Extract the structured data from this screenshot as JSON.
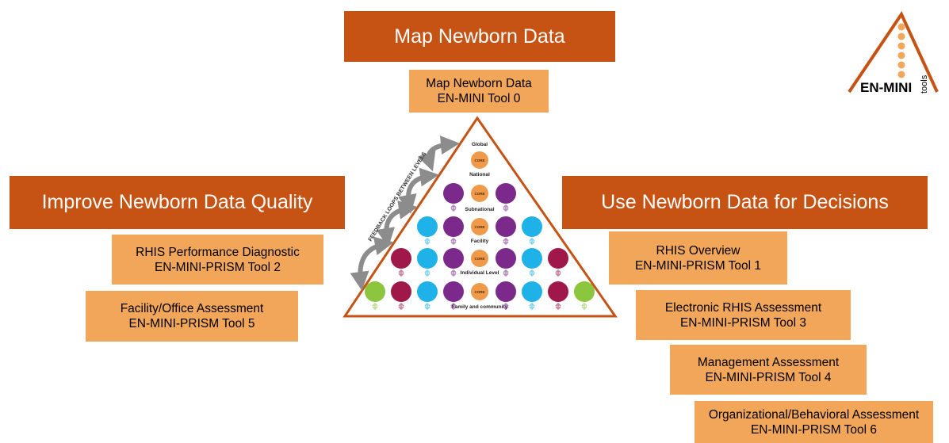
{
  "headers": {
    "map": "Map Newborn Data",
    "improve": "Improve Newborn Data Quality",
    "use": "Use Newborn Data for Decisions"
  },
  "tools": {
    "tool0": {
      "line1": "Map Newborn Data",
      "line2": "EN-MINI Tool 0"
    },
    "tool2": {
      "line1": "RHIS Performance Diagnostic",
      "line2": "EN-MINI-PRISM Tool 2"
    },
    "tool5": {
      "line1": "Facility/Office Assessment",
      "line2": "EN-MINI-PRISM Tool 5"
    },
    "tool1": {
      "line1": "RHIS Overview",
      "line2": "EN-MINI-PRISM Tool 1"
    },
    "tool3": {
      "line1": "Electronic RHIS Assessment",
      "line2": "EN-MINI-PRISM Tool 3"
    },
    "tool4": {
      "line1": "Management Assessment",
      "line2": "EN-MINI-PRISM Tool 4"
    },
    "tool6": {
      "line1": "Organizational/Behavioral Assessment",
      "line2": "EN-MINI-PRISM Tool 6"
    }
  },
  "pyramid": {
    "feedback_label": "FEEDBACK LOOPS BETWEEN LEVELS",
    "core_label": "CORE",
    "levels": {
      "global": "Global",
      "national": "National",
      "subnational": "Subnational",
      "facility": "Facility",
      "individual": "Individual Level",
      "family": "Family and community"
    }
  },
  "logo": {
    "main": "EN-MINI",
    "sub": "tools"
  },
  "colors": {
    "header": "#c65214",
    "tool_box": "#f2a65a",
    "core": "#ee9a4a",
    "purple": "#7b2a8c",
    "cyan": "#1fb2e8",
    "crimson": "#a0174a",
    "green": "#8cc63f"
  }
}
